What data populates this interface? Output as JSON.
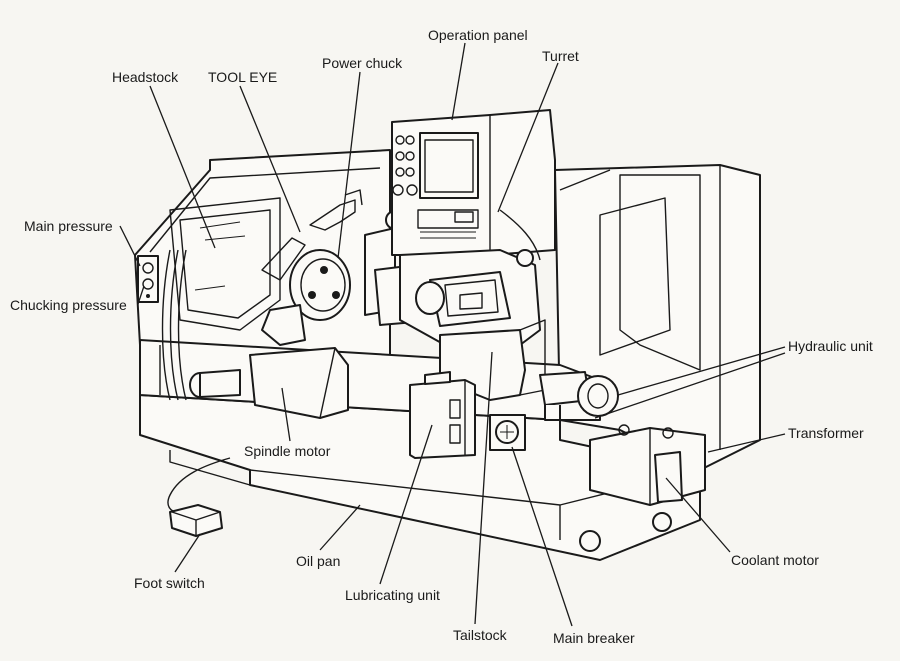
{
  "diagram": {
    "labels": {
      "operation_panel": "Operation panel",
      "turret": "Turret",
      "power_chuck": "Power chuck",
      "headstock": "Headstock",
      "tool_eye": "TOOL EYE",
      "main_pressure": "Main pressure",
      "chucking_pressure": "Chucking pressure",
      "hydraulic_unit": "Hydraulic unit",
      "transformer": "Transformer",
      "spindle_motor": "Spindle motor",
      "coolant_motor": "Coolant motor",
      "oil_pan": "Oil pan",
      "foot_switch": "Foot switch",
      "lubricating_unit": "Lubricating unit",
      "tailstock": "Tailstock",
      "main_breaker": "Main breaker"
    }
  },
  "colors": {
    "ink": "#1a1a1a",
    "paper": "#f7f6f2"
  }
}
